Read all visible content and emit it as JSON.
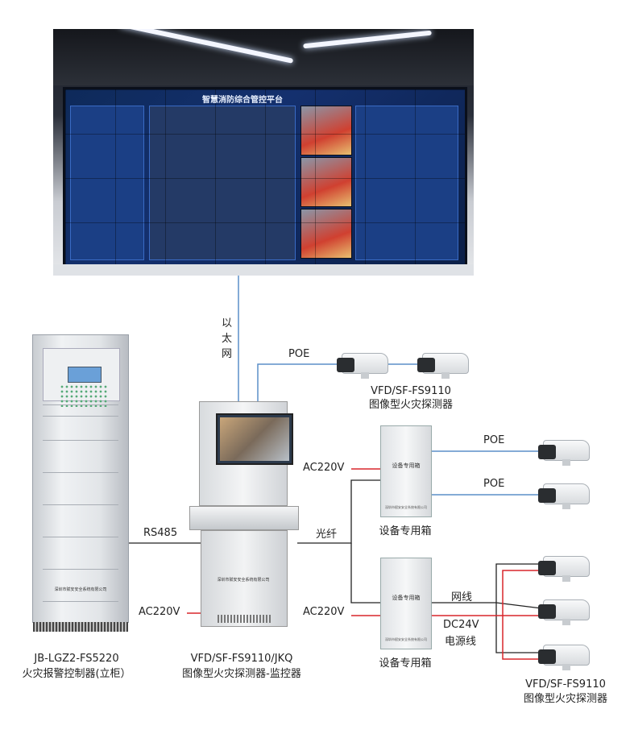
{
  "wall": {
    "title": "智慧消防综合管控平台"
  },
  "links": {
    "ethernet_label": [
      "以",
      "太",
      "网"
    ],
    "poe_top": "POE",
    "poe_box1_a": "POE",
    "poe_box1_b": "POE",
    "ac_box1": "AC220V",
    "fiber": "光纤",
    "rs485": "RS485",
    "ac_console": "AC220V",
    "ac_box2": "AC220V",
    "net_cable": "网线",
    "dc_line1": "DC24V",
    "dc_line2": "电源线"
  },
  "devices": {
    "cameras_top_model": "VFD/SF-FS9110",
    "cameras_top_name": "图像型火灾探测器",
    "box1_name": "设备专用箱",
    "box2_name": "设备专用箱",
    "box_panel_label": "设备专用箱",
    "box_company": "深圳市赋安安全系统有限公司",
    "cabinet_company": "深圳市赋安安全系统有限公司",
    "console_company": "深圳市赋安安全系统有限公司",
    "cabinet_model": "JB-LGZ2-FS5220",
    "cabinet_name": "火灾报警控制器(立柜）",
    "console_model": "VFD/SF-FS9110/JKQ",
    "console_name": "图像型火灾探测器-监控器",
    "cameras_bottom_model": "VFD/SF-FS9110",
    "cameras_bottom_name": "图像型火灾探测器"
  },
  "colors": {
    "ethernet": "#5b8fc9",
    "power_ac": "#d8262b",
    "signal": "#222222",
    "dc": "#d8262b"
  }
}
